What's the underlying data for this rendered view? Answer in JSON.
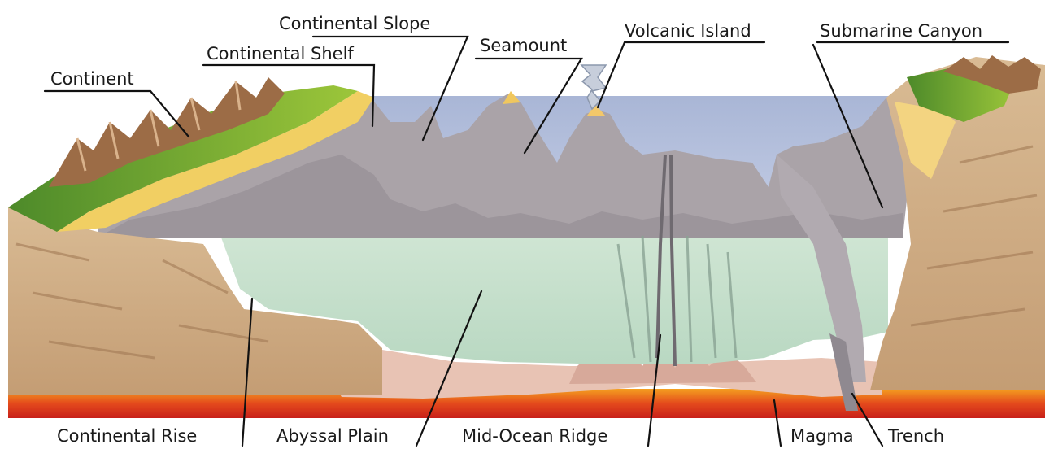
{
  "labels": {
    "continent": "Continent",
    "continental_shelf": "Continental Shelf",
    "continental_slope": "Continental Slope",
    "seamount": "Seamount",
    "volcanic_island": "Volcanic Island",
    "submarine_canyon": "Submarine Canyon",
    "continental_rise": "Continental Rise",
    "abyssal_plain": "Abyssal Plain",
    "mid_ocean_ridge": "Mid-Ocean Ridge",
    "magma": "Magma",
    "trench": "Trench"
  },
  "colors": {
    "sea_surface": "#b4bfd9",
    "deep_water": "#cfe3d2",
    "rock_gray": "#a9a2a7",
    "sediment_tan": "#cfae86",
    "mantle_pink": "#e7c2b4",
    "magma_red": "#e0401c",
    "grass_green": "#6fa133",
    "sand_yellow": "#f2d26d",
    "mountain_brown": "#9a6b45"
  }
}
